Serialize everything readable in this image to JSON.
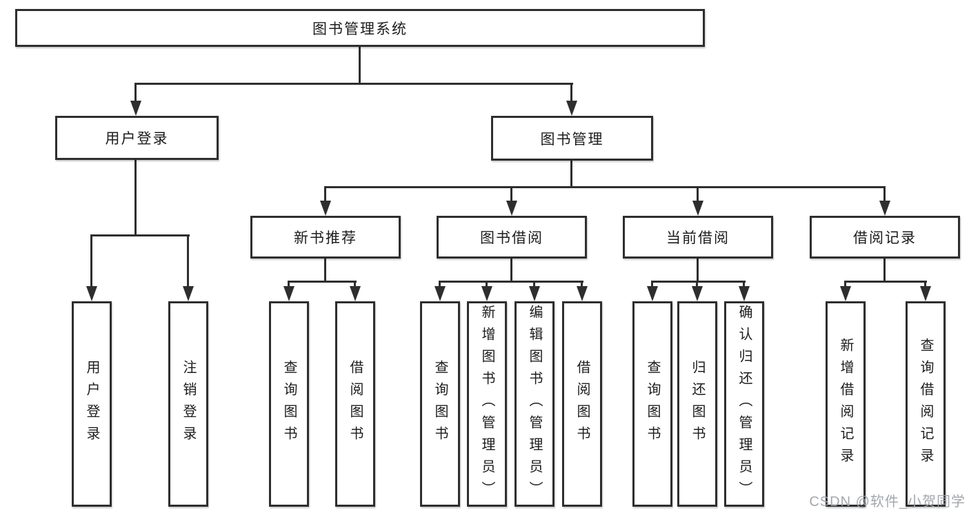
{
  "diagram": {
    "tree": {
      "root": "图书管理系统",
      "branches": [
        {
          "label": "用户登录",
          "children": [
            "用户登录",
            "注销登录"
          ]
        },
        {
          "label": "图书管理",
          "groups": [
            {
              "label": "新书推荐",
              "children": [
                "查询图书",
                "借阅图书"
              ]
            },
            {
              "label": "图书借阅",
              "children": [
                "查询图书",
                "新增图书（管理员）",
                "编辑图书（管理员）",
                "借阅图书"
              ]
            },
            {
              "label": "当前借阅",
              "children": [
                "查询图书",
                "归还图书",
                "确认归还（管理员）"
              ]
            },
            {
              "label": "借阅记录",
              "children": [
                "新增借阅记录",
                "查询借阅记录"
              ]
            }
          ]
        }
      ]
    },
    "watermark": "CSDN @软件_小贺同学",
    "colors": {
      "line": "#2e2e2e",
      "box_border": "#2e2e2e",
      "text": "#1c1c1c",
      "watermark": "#9ea2a8",
      "background": "#ffffff"
    }
  }
}
